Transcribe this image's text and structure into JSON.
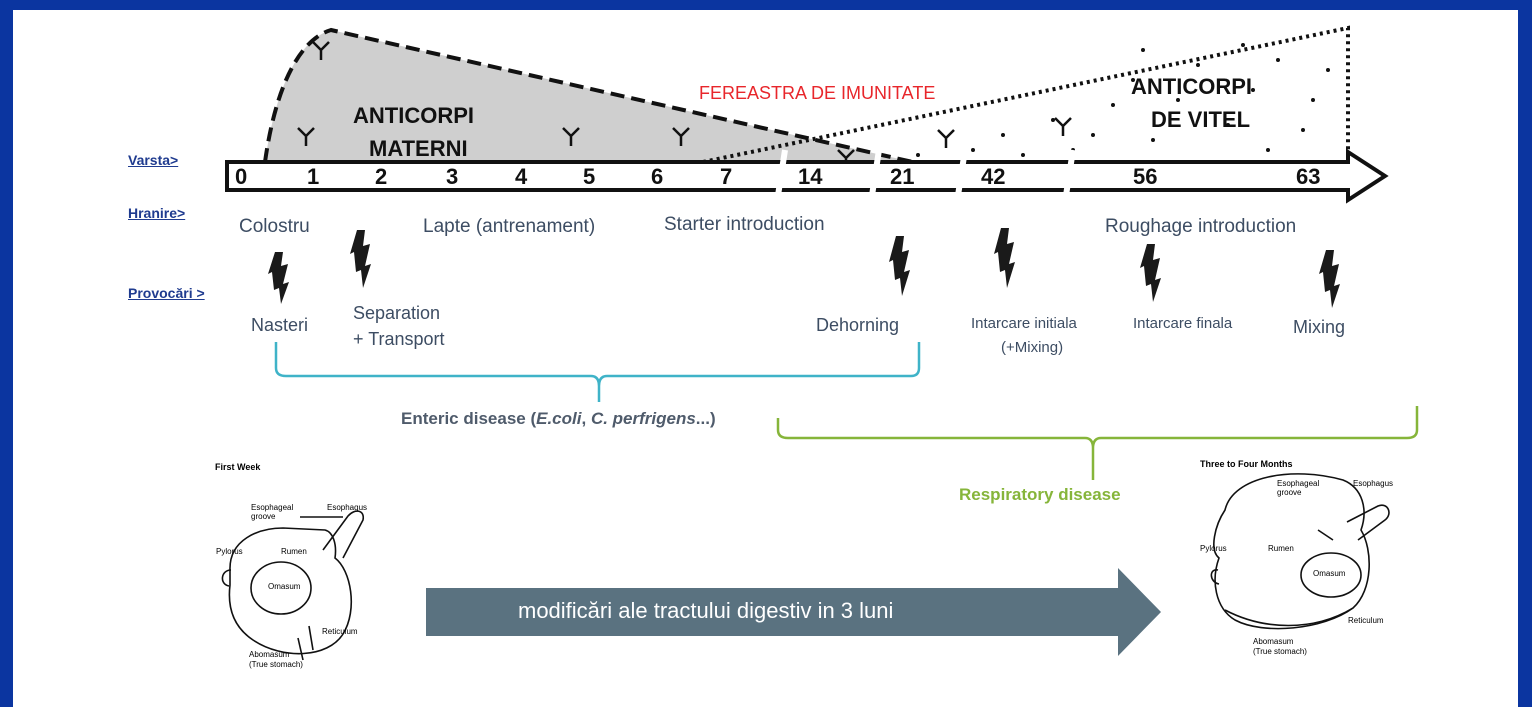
{
  "immunity_window": "FEREASTRA DE IMUNITATE",
  "maternal_antibodies": [
    "ANTICORPI",
    "MATERNI"
  ],
  "calf_antibodies": [
    "ANTICORPI",
    "DE VITEL"
  ],
  "row_labels": {
    "age": "Varsta>",
    "feeding": "Hranire>",
    "challenges": "Provocări >"
  },
  "ages": [
    "0",
    "1",
    "2",
    "3",
    "4",
    "5",
    "6",
    "7",
    "14",
    "21",
    "42",
    "56",
    "63"
  ],
  "feeding": [
    "Colostru",
    "Lapte (antrenament)",
    "Starter introduction",
    "Roughage introduction"
  ],
  "challenges": [
    [
      "Nasteri"
    ],
    [
      "Separation",
      "+ Transport"
    ],
    [
      "Dehorning"
    ],
    [
      "Intarcare initiala",
      "(+Mixing)"
    ],
    [
      "Intarcare finala"
    ],
    [
      "Mixing"
    ]
  ],
  "enteric": {
    "prefix": "Enteric disease (",
    "ecoli": "E.coli",
    "sep": ", ",
    "perf": "C. perfrigens",
    "suffix": "...)"
  },
  "respiratory": "Respiratory disease",
  "transition_arrow": "modificări ale tractului digestiv in 3 luni",
  "stomach_first": {
    "title": "First Week",
    "labels": [
      "Esophageal groove",
      "Esophagus",
      "Pylorus",
      "Rumen",
      "Omasum",
      "Reticulum",
      "Abomasum",
      "(True stomach)"
    ]
  },
  "stomach_later": {
    "title": "Three to Four Months",
    "labels": [
      "Esophageal groove",
      "Esophagus",
      "Pylorus",
      "Rumen",
      "Omasum",
      "Reticulum",
      "Abomasum",
      "(True stomach)"
    ]
  },
  "colors": {
    "frame": "#0b35a0",
    "red": "#e8262b",
    "teal": "#3fb3c8",
    "green": "#86b53a",
    "arrow": "#5a7280",
    "label_blue": "#1f3b8f"
  }
}
